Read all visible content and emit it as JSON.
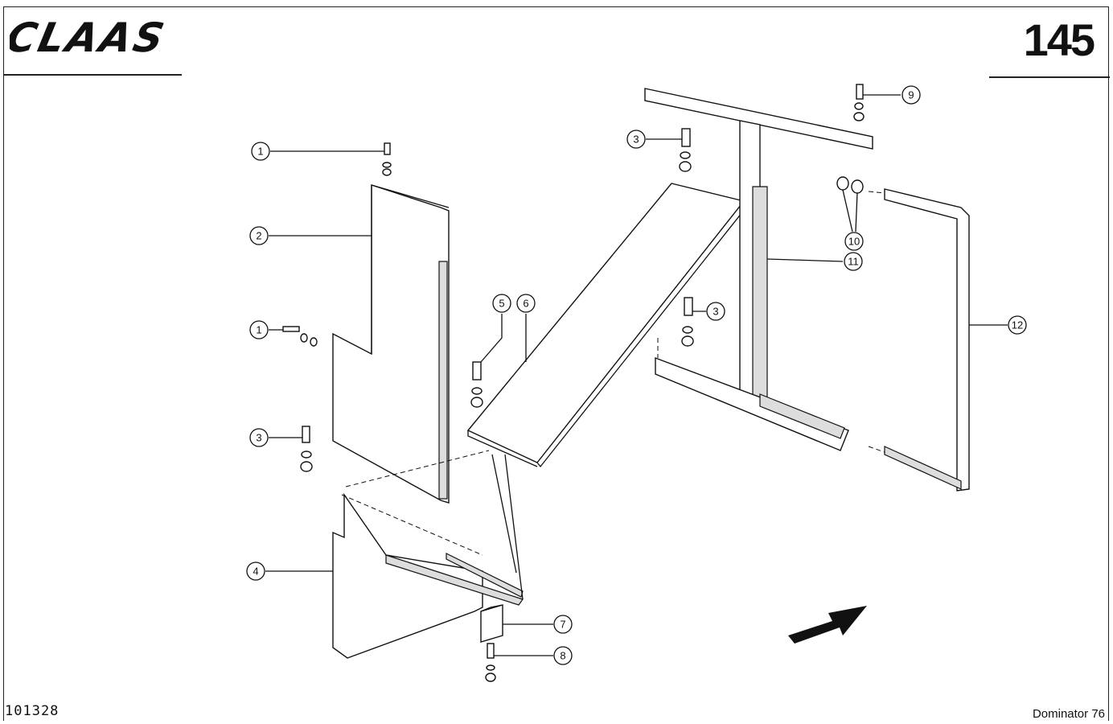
{
  "header": {
    "brand": "CLAAS",
    "page_number": "145"
  },
  "footer": {
    "doc_id": "101328",
    "model": "Dominator 76"
  },
  "callouts": [
    "1",
    "2",
    "1",
    "3",
    "4",
    "5",
    "6",
    "7",
    "8",
    "3",
    "3",
    "9",
    "10",
    "11",
    "12"
  ]
}
